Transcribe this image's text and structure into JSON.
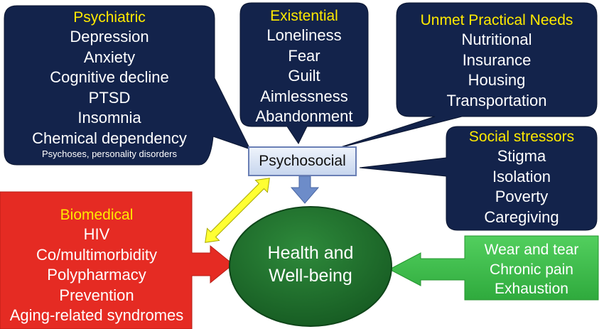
{
  "psychiatric": {
    "title": "Psychiatric",
    "items": [
      "Depression",
      "Anxiety",
      "Cognitive decline",
      "PTSD",
      "Insomnia",
      "Chemical dependency"
    ],
    "note": "Psychoses, personality disorders"
  },
  "existential": {
    "title": "Existential",
    "items": [
      "Loneliness",
      "Fear",
      "Guilt",
      "Aimlessness",
      "Abandonment"
    ]
  },
  "practical": {
    "title": "Unmet Practical Needs",
    "items": [
      "Nutritional",
      "Insurance",
      "Housing",
      "Transportation"
    ]
  },
  "social": {
    "title": "Social stressors",
    "items": [
      "Stigma",
      "Isolation",
      "Poverty",
      "Caregiving"
    ]
  },
  "hub": {
    "label": "Psychosocial"
  },
  "biomedical": {
    "title": "Biomedical",
    "items": [
      "HIV",
      "Co/multimorbidity",
      "Polypharmacy",
      "Prevention",
      "Aging-related syndromes"
    ]
  },
  "center": {
    "line1": "Health and",
    "line2": "Well-being"
  },
  "wear": {
    "items": [
      "Wear and tear",
      "Chronic pain",
      "Exhaustion"
    ]
  },
  "colors": {
    "navy": "#13234b",
    "red": "#e52b23",
    "green_dark": "#1f6b2c",
    "green_light": "#3fbf4f",
    "title_yellow": "#ffea00",
    "hub_border": "#6a7fb5",
    "arrow_yellow": "#ffff33"
  }
}
